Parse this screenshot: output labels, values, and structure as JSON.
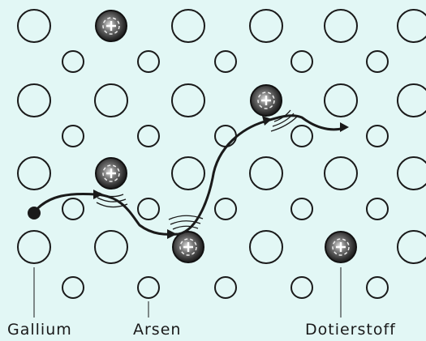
{
  "labels": {
    "gallium": "Gallium",
    "arsen": "Arsen",
    "dotierstoff": "Dotierstoff"
  },
  "colors": {
    "background": "#e2f7f5",
    "ink": "#1a1a1a"
  },
  "icons": {
    "dopant_atom": "ionized-dopant-plus-icon",
    "electron": "electron-dot-icon",
    "scatter_waves": "scattering-wave-arcs-icon"
  }
}
